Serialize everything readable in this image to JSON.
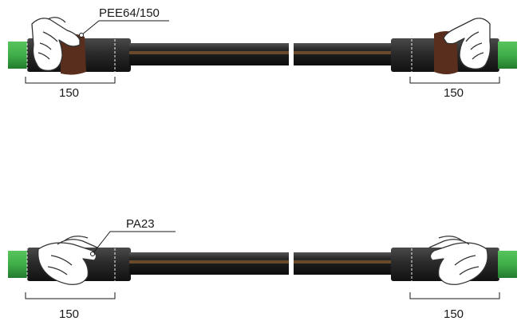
{
  "diagram": {
    "top_label": "PEE64/150",
    "bottom_label": "PA23",
    "dimensions": {
      "top_left": "150",
      "top_right": "150",
      "bottom_left": "150",
      "bottom_right": "150"
    }
  },
  "colors": {
    "pipe_green": "#3fae49",
    "pipe_dark": "#1b1b1b",
    "pipe_mid": "#3a3a3a",
    "brown_stripe": "#6a4a2a",
    "wrap_brown": "#5a2e1c",
    "hand_fill": "#ffffff",
    "hand_stroke": "#333333"
  },
  "icons": [
    "hand-wrapping-tape-icon",
    "hand-wrapping-tape-icon",
    "hands-pressing-tape-icon",
    "hands-pressing-tape-icon"
  ]
}
